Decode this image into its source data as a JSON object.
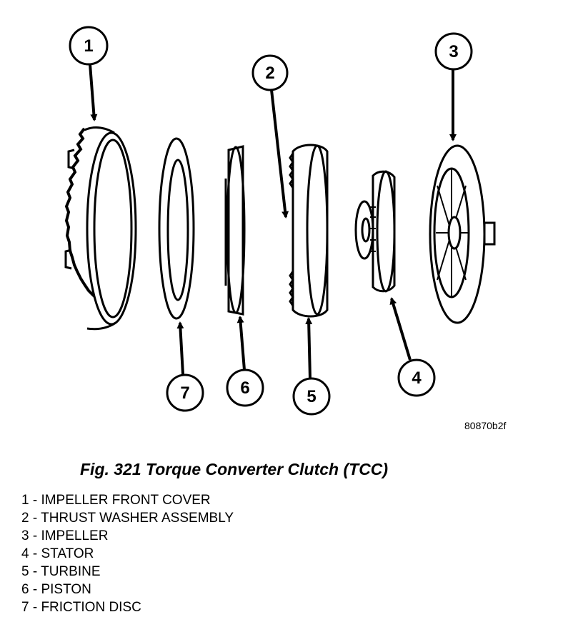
{
  "figure": {
    "code": "80870b2f",
    "caption": "Fig. 321 Torque Converter Clutch (TCC)"
  },
  "callouts": [
    {
      "id": "1",
      "label": "1"
    },
    {
      "id": "2",
      "label": "2"
    },
    {
      "id": "3",
      "label": "3"
    },
    {
      "id": "4",
      "label": "4"
    },
    {
      "id": "5",
      "label": "5"
    },
    {
      "id": "6",
      "label": "6"
    },
    {
      "id": "7",
      "label": "7"
    }
  ],
  "legend": [
    {
      "number": "1",
      "text": "1 - IMPELLER FRONT COVER"
    },
    {
      "number": "2",
      "text": "2 - THRUST WASHER ASSEMBLY"
    },
    {
      "number": "3",
      "text": "3 - IMPELLER"
    },
    {
      "number": "4",
      "text": "4 - STATOR"
    },
    {
      "number": "5",
      "text": "5 - TURBINE"
    },
    {
      "number": "6",
      "text": "6 - PISTON"
    },
    {
      "number": "7",
      "text": "7 - FRICTION DISC"
    }
  ]
}
